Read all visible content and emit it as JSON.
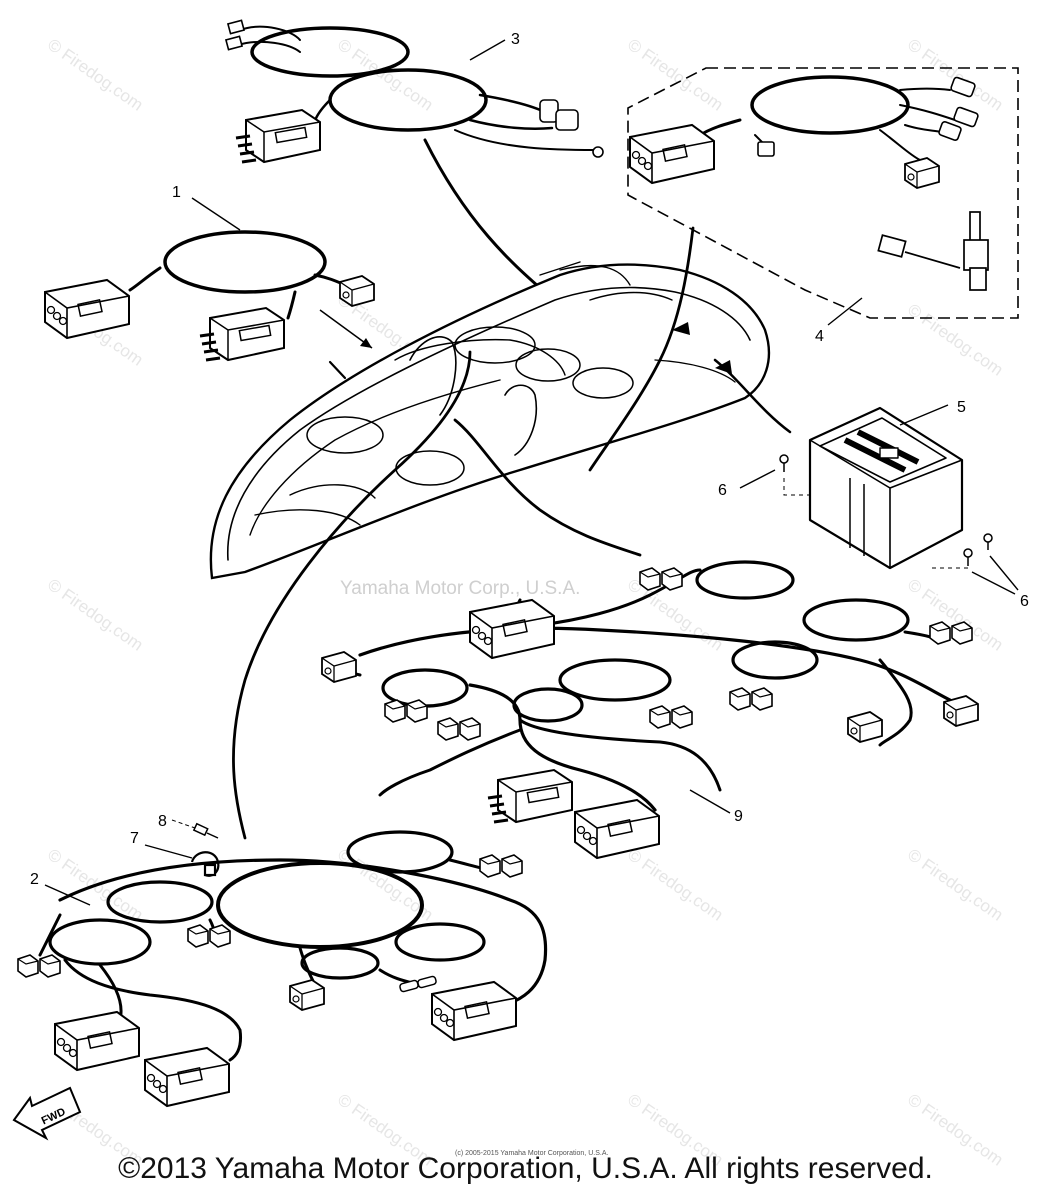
{
  "watermark": {
    "text": "© Firedog.com"
  },
  "center_watermark": "Yamaha Motor Corp., U.S.A.",
  "part_callouts": [
    "1",
    "2",
    "3",
    "4",
    "5",
    "6",
    "6",
    "7",
    "8",
    "9"
  ],
  "fwd_label": "FWD",
  "small_copyright": "(c) 2005-2015 Yamaha Motor Corporation, U.S.A.",
  "copyright": "©2013 Yamaha Motor Corporation, U.S.A. All rights reserved."
}
